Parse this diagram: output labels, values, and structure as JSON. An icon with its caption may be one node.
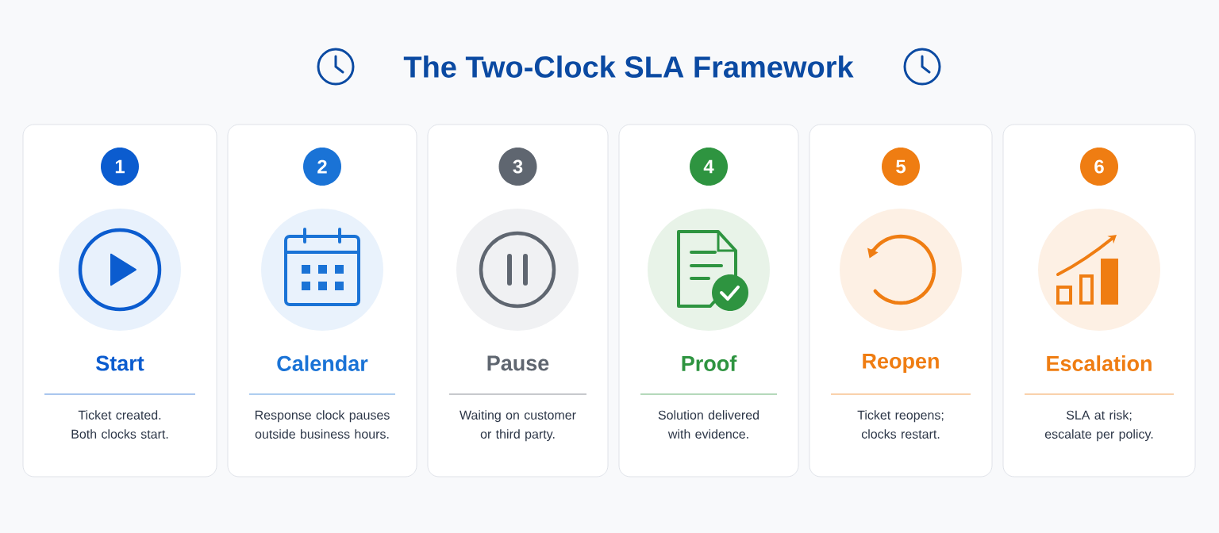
{
  "diagram": {
    "title": "The Two-Clock SLA Framework",
    "nodes": [
      {
        "text": [
          "1",
          "Start",
          "Ticket created. Both clocks start."
        ]
      },
      {
        "text": [
          "2",
          "Calendar",
          "Response clock pauses outside business hours."
        ]
      },
      {
        "text": [
          "3",
          "Pause",
          "Waiting on customer or third party."
        ]
      },
      {
        "text": [
          "4",
          "Proof",
          "Solution delivered with evidence."
        ]
      },
      {
        "text": [
          "5",
          "Reopen",
          "Ticket reopens; clocks restart."
        ]
      },
      {
        "text": [
          "6",
          "Escalation",
          "SLA at risk; escalate per policy."
        ]
      }
    ]
  }
}
